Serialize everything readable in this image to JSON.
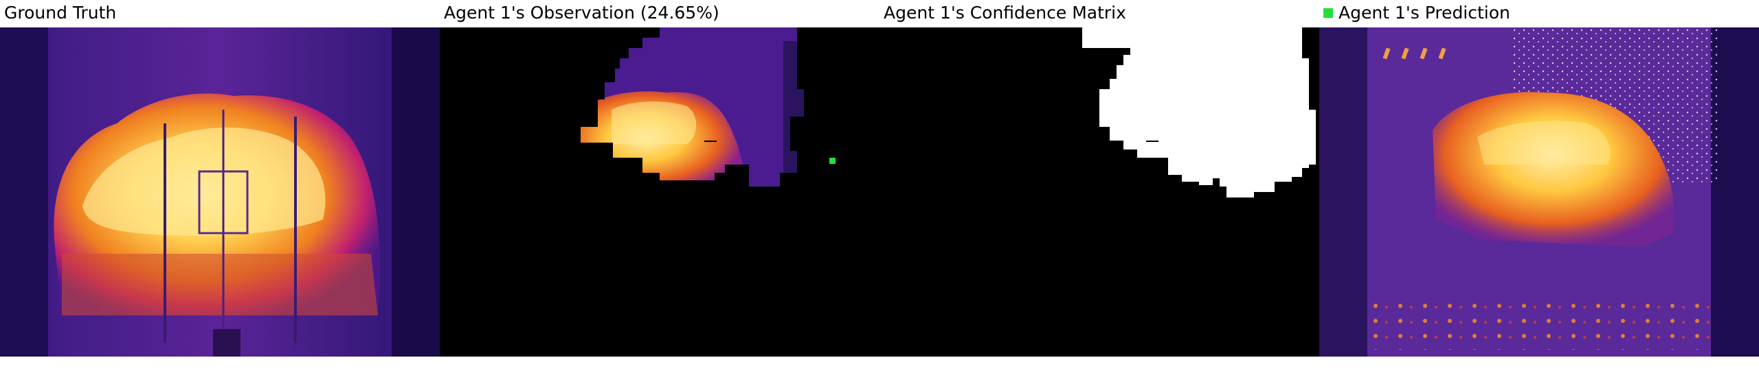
{
  "panels": [
    {
      "title": "Ground Truth"
    },
    {
      "title": "Agent 1's Observation (24.65%)"
    },
    {
      "title": "Agent 1's Confidence Matrix"
    },
    {
      "title": "Agent 1's Prediction"
    }
  ],
  "colors": {
    "legend_marker": "#22e03a",
    "background_dark": "#2a0f6e",
    "flame_hot": "#ffe060",
    "flame_mid": "#f08020",
    "mask_black": "#000000",
    "confidence_white": "#ffffff"
  }
}
